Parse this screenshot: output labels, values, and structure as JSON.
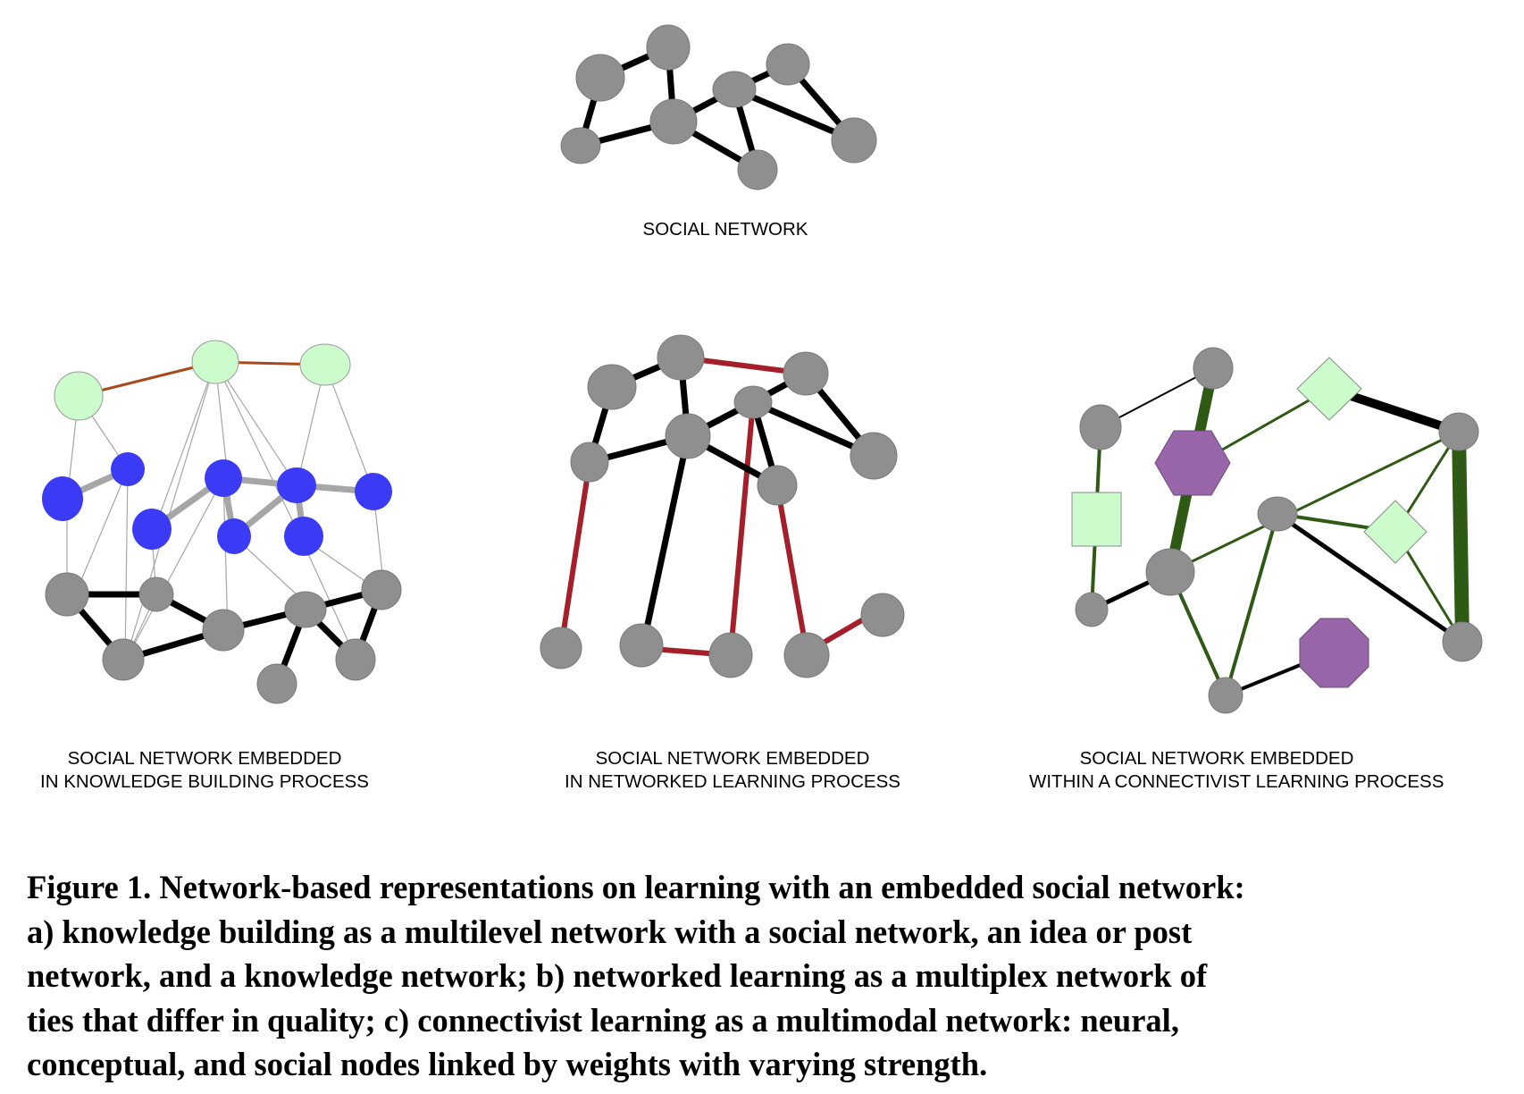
{
  "labels": {
    "top": "SOCIAL NETWORK",
    "a_line1": "SOCIAL NETWORK EMBEDDED",
    "a_line2": "IN KNOWLEDGE BUILDING PROCESS",
    "b_line1": "SOCIAL NETWORK EMBEDDED",
    "b_line2": "IN NETWORKED LEARNING PROCESS",
    "c_line1": "SOCIAL NETWORK EMBEDDED",
    "c_line2": "WITHIN A CONNECTIVIST LEARNING PROCESS"
  },
  "caption": {
    "line1": "Figure 1. Network-based representations on learning with an embedded social network:",
    "line2": "a) knowledge building as a multilevel network with a social network, an idea or post",
    "line3": "network, and a knowledge network; b) networked learning as a multiplex network of",
    "line4": "ties that differ in quality; c) connectivist learning as a multimodal network: neural,",
    "line5": "conceptual, and social nodes linked by weights with varying strength."
  },
  "colors": {
    "social_node": "#8f8f8f",
    "idea_node": "#3b3bf5",
    "knowledge_node": "#ccfccc",
    "knowledge_edge": "#a8491c",
    "quality_edge": "#a51f2a",
    "weight_edge": "#2f5a15",
    "neural_node": "#9966aa",
    "social_edge": "#000000",
    "idea_edge": "#a6a6a6"
  }
}
